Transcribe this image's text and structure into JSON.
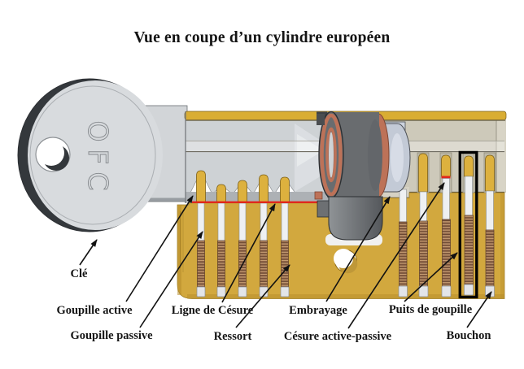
{
  "title": "Vue en coupe d’un cylindre européen",
  "key": {
    "engraving": "OFC"
  },
  "labels": {
    "cle": "Clé",
    "goupille_active": "Goupille active",
    "ligne_de_cesure": "Ligne de Césure",
    "goupille_passive": "Goupille passive",
    "ressort": "Ressort",
    "embrayage": "Embrayage",
    "puits_de_goupille": "Puits de goupille",
    "cesure_active_passive": "Césure active-passive",
    "bouchon": "Bouchon"
  },
  "colors": {
    "brass_body": "#d2a83e",
    "brass_strip": "#d9ad33",
    "pin_gold": "#ddb13e",
    "pin_white": "#eef0f2",
    "spring_brown": "#8a5f43",
    "shear_line_red": "#e0281c",
    "clutch_gray": "#696c6f",
    "clutch_ring_salmon": "#bd7258",
    "key_gray": "#d8dbde",
    "housing_beige": "#cdc9ba",
    "highlight_box_black": "#000000"
  }
}
